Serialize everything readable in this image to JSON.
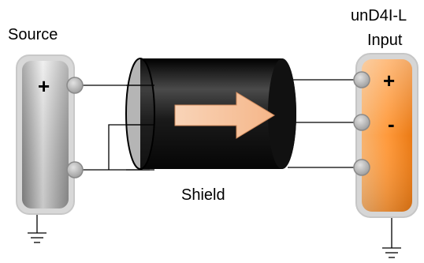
{
  "source": {
    "label": "Source",
    "plus": "+",
    "color": "#9a9a9a"
  },
  "receiver": {
    "label_line1": "unD4I-L",
    "label_line2": "Input",
    "plus": "+",
    "minus": "-",
    "color": "#f28a1e"
  },
  "cable": {
    "label": "Shield",
    "body_color": "#1e1e1e",
    "arrow_color": "#f7c9a8",
    "arrow_icon": "right-arrow-icon"
  },
  "grounds": {
    "icon": "ground-icon"
  }
}
